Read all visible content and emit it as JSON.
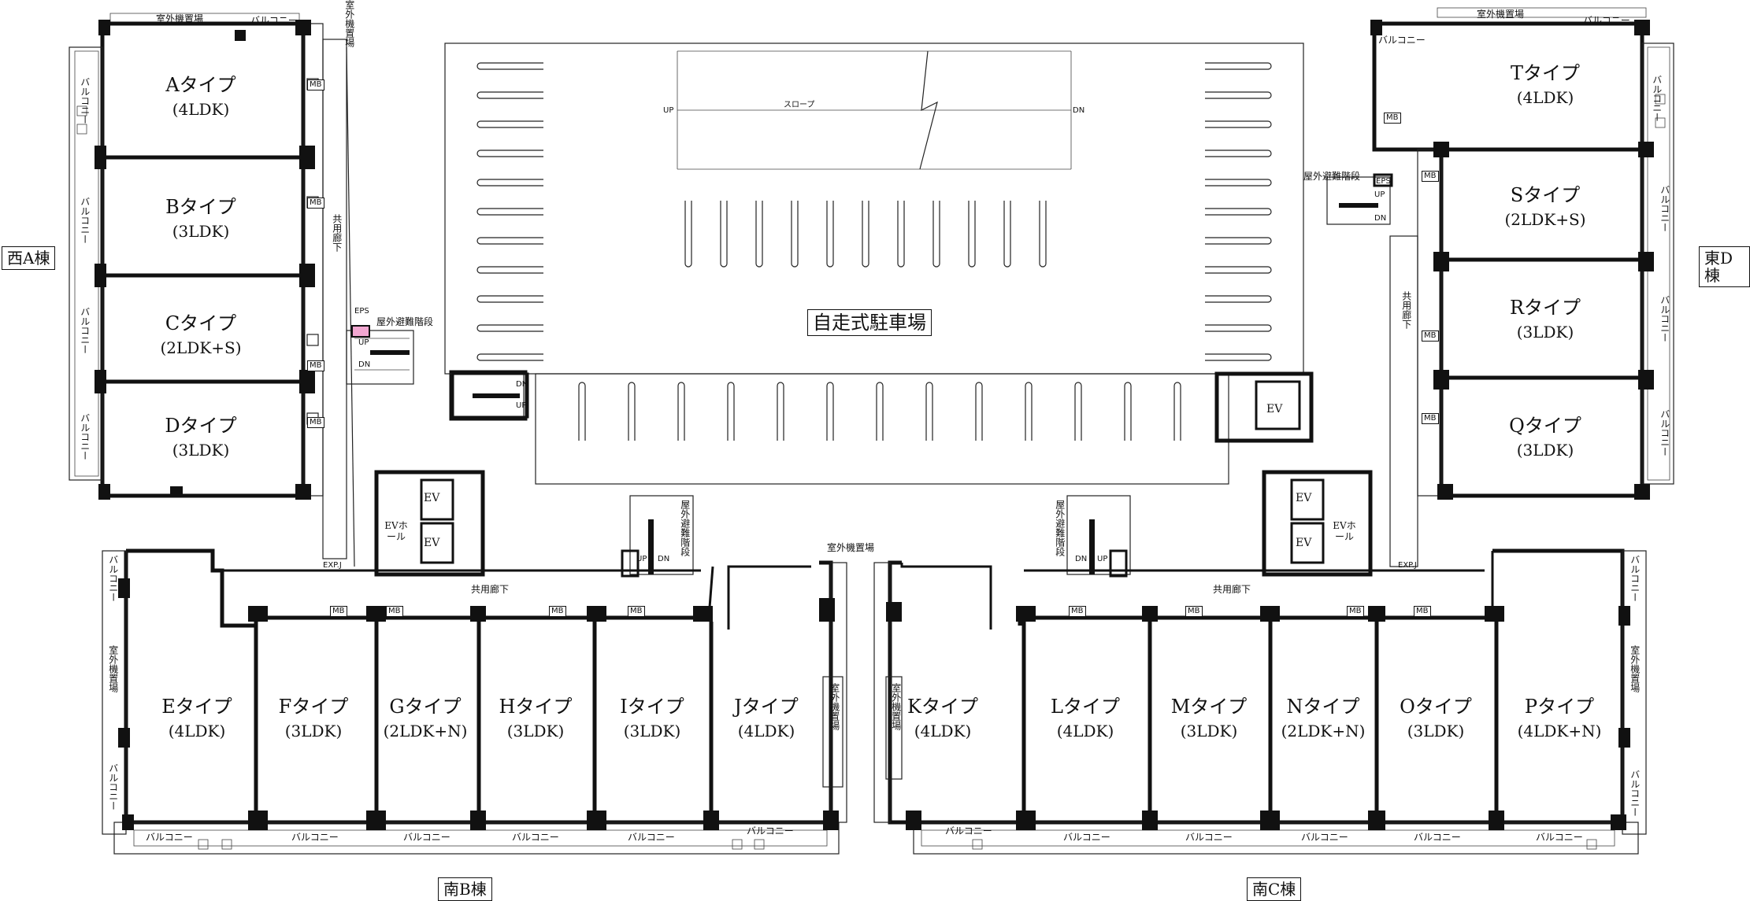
{
  "buildings": {
    "west_a": "西A棟",
    "east_d": "東D棟",
    "south_b": "南B棟",
    "south_c": "南C棟"
  },
  "parking": {
    "title": "自走式駐車場",
    "slope": "スロープ",
    "up": "UP",
    "dn": "DN"
  },
  "units": {
    "A": {
      "type": "Aタイプ",
      "plan": "(4LDK)"
    },
    "B": {
      "type": "Bタイプ",
      "plan": "(3LDK)"
    },
    "C": {
      "type": "Cタイプ",
      "plan": "(2LDK+S)"
    },
    "D": {
      "type": "Dタイプ",
      "plan": "(3LDK)"
    },
    "E": {
      "type": "Eタイプ",
      "plan": "(4LDK)"
    },
    "F": {
      "type": "Fタイプ",
      "plan": "(3LDK)"
    },
    "G": {
      "type": "Gタイプ",
      "plan": "(2LDK+N)"
    },
    "H": {
      "type": "Hタイプ",
      "plan": "(3LDK)"
    },
    "I": {
      "type": "Iタイプ",
      "plan": "(3LDK)"
    },
    "J": {
      "type": "Jタイプ",
      "plan": "(4LDK)"
    },
    "K": {
      "type": "Kタイプ",
      "plan": "(4LDK)"
    },
    "L": {
      "type": "Lタイプ",
      "plan": "(4LDK)"
    },
    "M": {
      "type": "Mタイプ",
      "plan": "(3LDK)"
    },
    "N": {
      "type": "Nタイプ",
      "plan": "(2LDK+N)"
    },
    "O": {
      "type": "Oタイプ",
      "plan": "(3LDK)"
    },
    "P": {
      "type": "Pタイプ",
      "plan": "(4LDK+N)"
    },
    "Q": {
      "type": "Qタイプ",
      "plan": "(3LDK)"
    },
    "R": {
      "type": "Rタイプ",
      "plan": "(3LDK)"
    },
    "S": {
      "type": "Sタイプ",
      "plan": "(2LDK+S)"
    },
    "T": {
      "type": "Tタイプ",
      "plan": "(4LDK)"
    }
  },
  "labels": {
    "balcony": "バルコニー",
    "outdoor_unit": "室外機置場",
    "corridor": "共用廊下",
    "escape_stair": "屋外避難階段",
    "ev": "EV",
    "ev_hall": "EVホール",
    "eps": "EPS",
    "expj": "EXP.J",
    "mb": "MB",
    "up": "UP",
    "dn": "DN"
  }
}
